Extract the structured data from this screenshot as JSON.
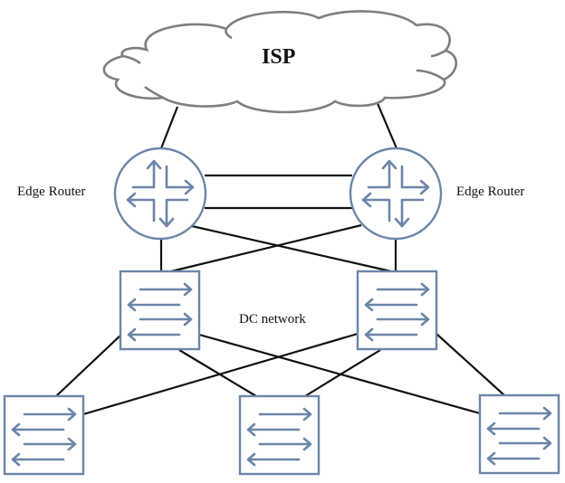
{
  "diagram": {
    "cloud": {
      "label": "ISP",
      "icon": "cloud-icon"
    },
    "routers": [
      {
        "id": "edge-router-left",
        "label": "Edge Router",
        "icon": "router-icon"
      },
      {
        "id": "edge-router-right",
        "label": "Edge Router",
        "icon": "router-icon"
      }
    ],
    "switches": [
      {
        "id": "dc-switch-top-left",
        "icon": "switch-icon"
      },
      {
        "id": "dc-switch-top-right",
        "icon": "switch-icon"
      },
      {
        "id": "access-switch-bottom-left",
        "icon": "switch-icon"
      },
      {
        "id": "access-switch-bottom-middle",
        "icon": "switch-icon"
      },
      {
        "id": "access-switch-bottom-right",
        "icon": "switch-icon"
      }
    ],
    "group_label": "DC network",
    "links": [
      [
        "isp",
        "edge-router-left"
      ],
      [
        "isp",
        "edge-router-right"
      ],
      [
        "edge-router-left",
        "edge-router-right"
      ],
      [
        "edge-router-left",
        "edge-router-right"
      ],
      [
        "edge-router-left",
        "dc-switch-top-left"
      ],
      [
        "edge-router-left",
        "dc-switch-top-right"
      ],
      [
        "edge-router-right",
        "dc-switch-top-left"
      ],
      [
        "edge-router-right",
        "dc-switch-top-right"
      ],
      [
        "dc-switch-top-left",
        "access-switch-bottom-left"
      ],
      [
        "dc-switch-top-left",
        "access-switch-bottom-middle"
      ],
      [
        "dc-switch-top-left",
        "access-switch-bottom-right"
      ],
      [
        "dc-switch-top-right",
        "access-switch-bottom-left"
      ],
      [
        "dc-switch-top-right",
        "access-switch-bottom-middle"
      ],
      [
        "dc-switch-top-right",
        "access-switch-bottom-right"
      ]
    ],
    "colors": {
      "node": "#6b86a8",
      "link": "#111111",
      "cloud": "#7f7f7f"
    }
  }
}
